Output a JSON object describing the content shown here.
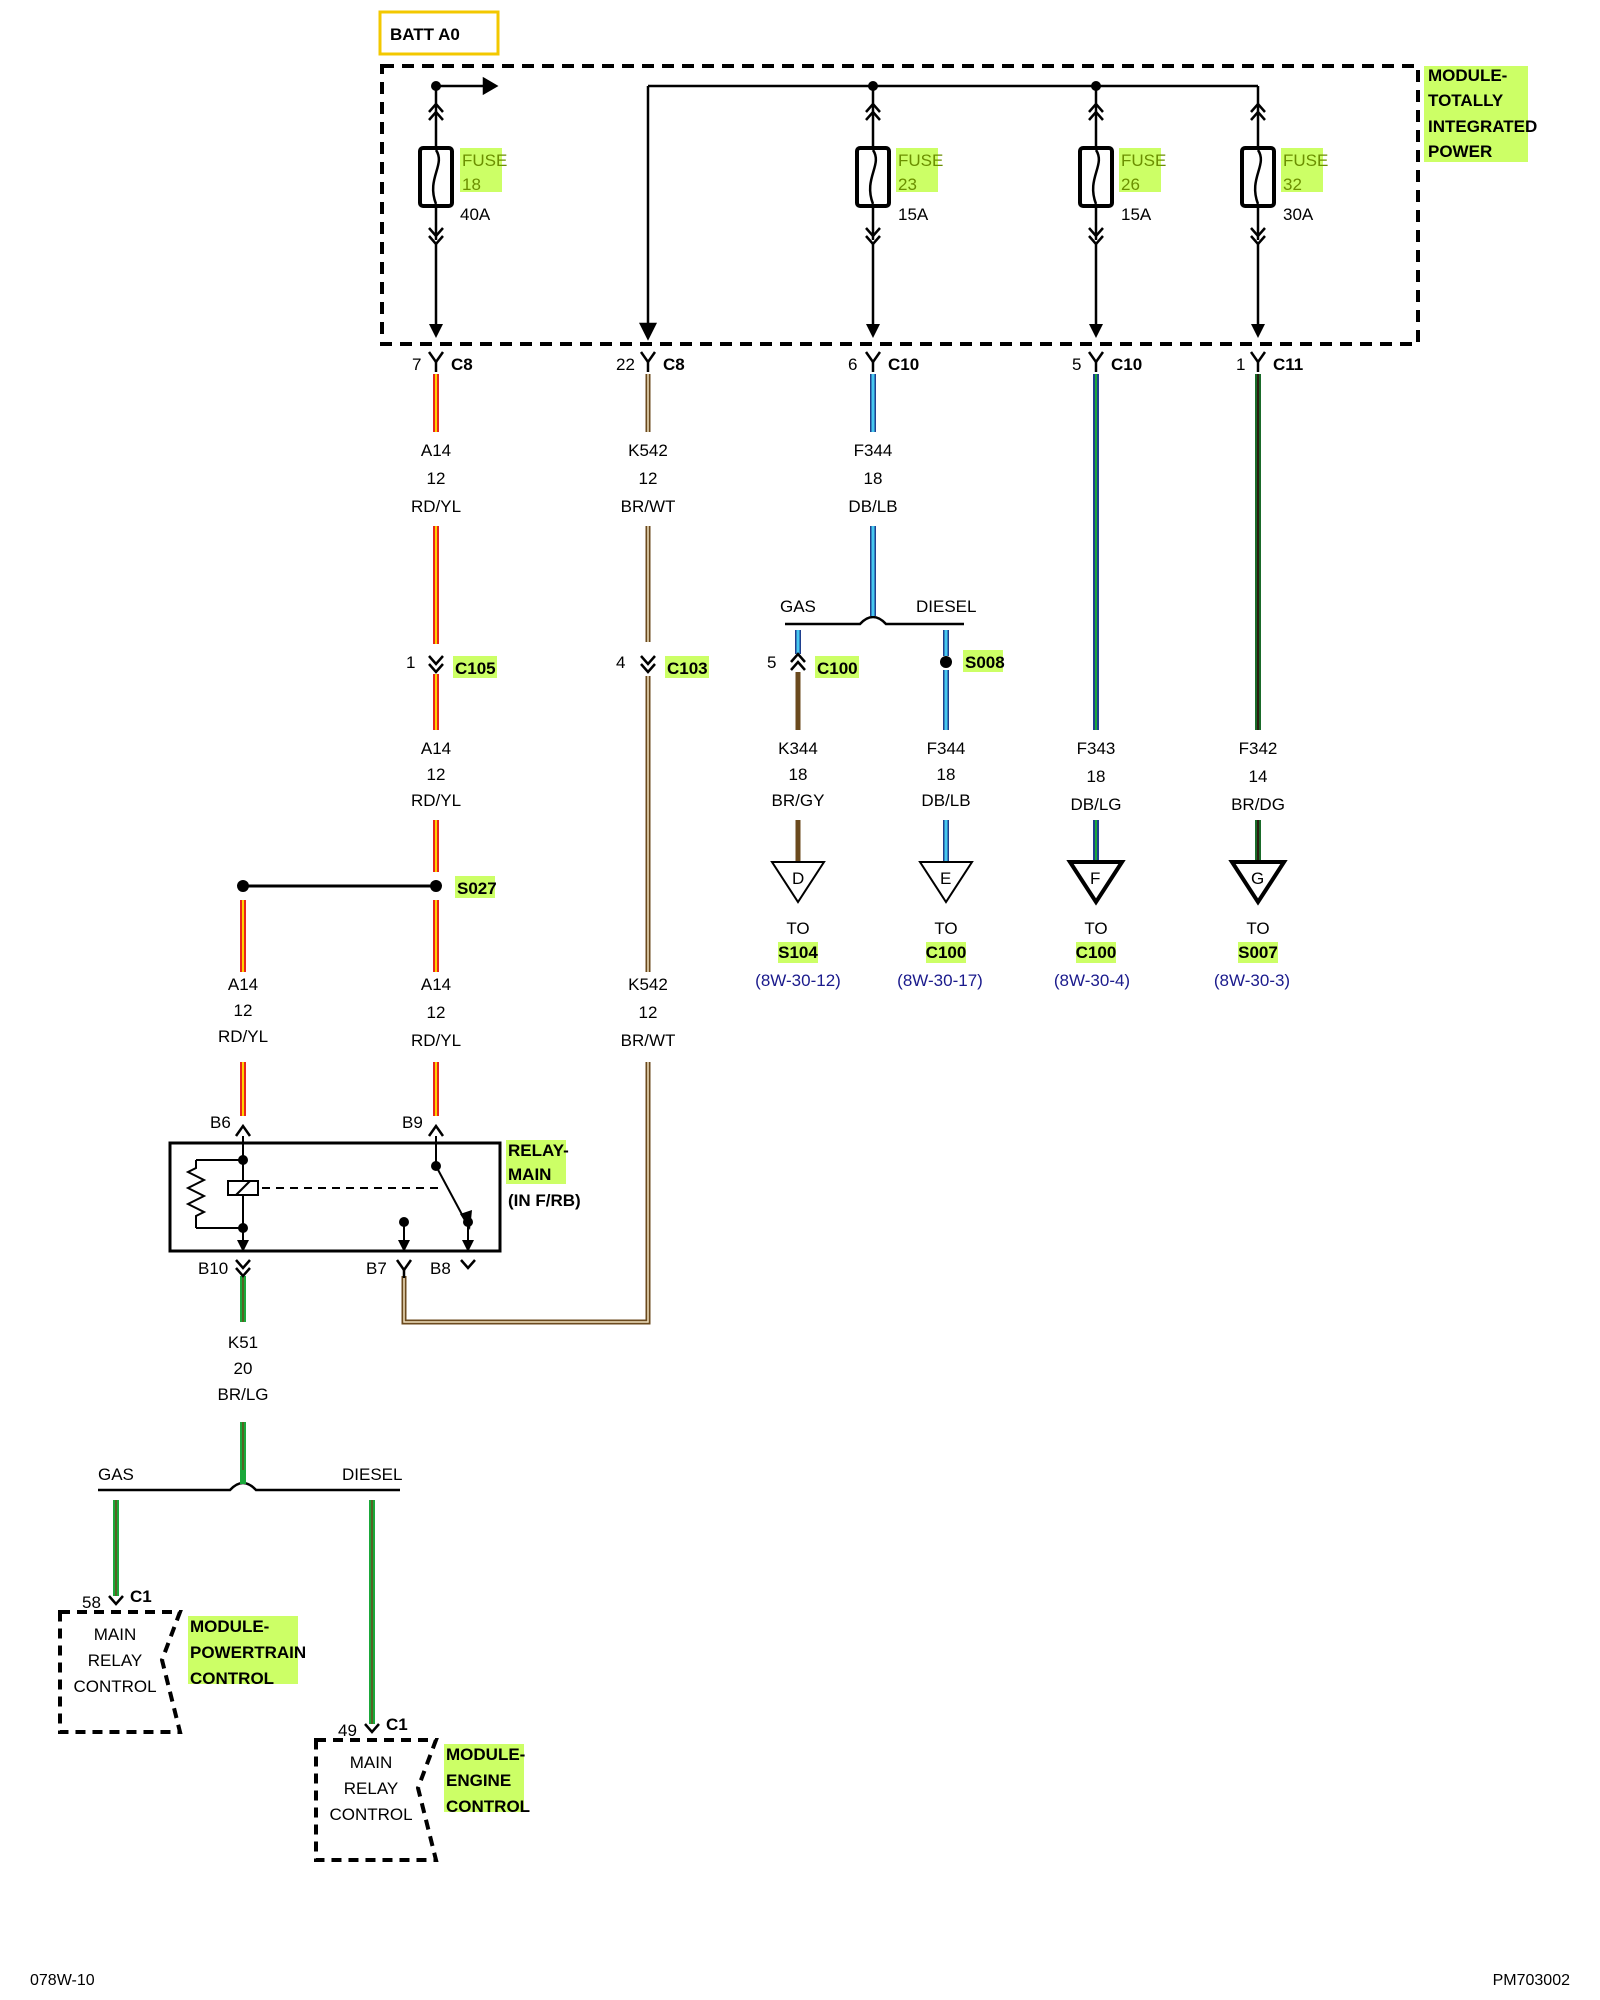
{
  "battery": {
    "label": "BATT A0"
  },
  "module_tipm": {
    "lines": [
      "MODULE-",
      "TOTALLY",
      "INTEGRATED",
      "POWER"
    ]
  },
  "fuses": [
    {
      "title": "FUSE",
      "number": "18",
      "rating": "40A"
    },
    {
      "title": "FUSE",
      "number": "23",
      "rating": "15A"
    },
    {
      "title": "FUSE",
      "number": "26",
      "rating": "15A"
    },
    {
      "title": "FUSE",
      "number": "32",
      "rating": "30A"
    }
  ],
  "top_connectors": [
    {
      "pin": "7",
      "name": "C8"
    },
    {
      "pin": "22",
      "name": "C8"
    },
    {
      "pin": "6",
      "name": "C10"
    },
    {
      "pin": "5",
      "name": "C10"
    },
    {
      "pin": "1",
      "name": "C11"
    }
  ],
  "wires": {
    "a14_top": {
      "circuit": "A14",
      "gauge": "12",
      "color": "RD/YL"
    },
    "k542_top": {
      "circuit": "K542",
      "gauge": "12",
      "color": "BR/WT"
    },
    "f344_top": {
      "circuit": "F344",
      "gauge": "18",
      "color": "DB/LB"
    },
    "a14_mid": {
      "circuit": "A14",
      "gauge": "12",
      "color": "RD/YL"
    },
    "k344": {
      "circuit": "K344",
      "gauge": "18",
      "color": "BR/GY"
    },
    "f344_low": {
      "circuit": "F344",
      "gauge": "18",
      "color": "DB/LB"
    },
    "f343": {
      "circuit": "F343",
      "gauge": "18",
      "color": "DB/LG"
    },
    "f342": {
      "circuit": "F342",
      "gauge": "14",
      "color": "BR/DG"
    },
    "a14_left": {
      "circuit": "A14",
      "gauge": "12",
      "color": "RD/YL"
    },
    "a14_right": {
      "circuit": "A14",
      "gauge": "12",
      "color": "RD/YL"
    },
    "k542_low": {
      "circuit": "K542",
      "gauge": "12",
      "color": "BR/WT"
    },
    "k51": {
      "circuit": "K51",
      "gauge": "20",
      "color": "BR/LG"
    }
  },
  "inline_connectors": {
    "c105": {
      "pin": "1",
      "name": "C105"
    },
    "c103": {
      "pin": "4",
      "name": "C103"
    },
    "c100": {
      "pin": "5",
      "name": "C100"
    }
  },
  "splices": {
    "s008": "S008",
    "s027": "S027"
  },
  "branch_labels": {
    "f344_gas": "GAS",
    "f344_diesel": "DIESEL",
    "k51_gas": "GAS",
    "k51_diesel": "DIESEL"
  },
  "destinations": [
    {
      "letter": "D",
      "to": "TO",
      "target": "S104",
      "ref": "(8W-30-12)"
    },
    {
      "letter": "E",
      "to": "TO",
      "target": "C100",
      "ref": "(8W-30-17)"
    },
    {
      "letter": "F",
      "to": "TO",
      "target": "C100",
      "ref": "(8W-30-4)"
    },
    {
      "letter": "G",
      "to": "TO",
      "target": "S007",
      "ref": "(8W-30-3)"
    }
  ],
  "relay": {
    "lines": [
      "RELAY-",
      "MAIN",
      "(IN F/RB)"
    ],
    "pins": {
      "b6": "B6",
      "b9": "B9",
      "b10": "B10",
      "b7": "B7",
      "b8": "B8"
    }
  },
  "pcm": {
    "pin": "58",
    "connector": "C1",
    "body": [
      "MAIN",
      "RELAY",
      "CONTROL"
    ],
    "label": [
      "MODULE-",
      "POWERTRAIN",
      "CONTROL"
    ]
  },
  "ecm": {
    "pin": "49",
    "connector": "C1",
    "body": [
      "MAIN",
      "RELAY",
      "CONTROL"
    ],
    "label": [
      "MODULE-",
      "ENGINE",
      "CONTROL"
    ]
  },
  "colors": {
    "red": "#e8261c",
    "yellow": "#ffd400",
    "brown": "#6b4a1e",
    "tan": "#e6c88a",
    "dark_blue": "#1f3f8f",
    "light_blue": "#46c8f0",
    "green": "#1aa83a",
    "black": "#000000",
    "highlight": "#ccff66"
  },
  "footer": {
    "left": "078W-10",
    "right": "PM703002"
  }
}
